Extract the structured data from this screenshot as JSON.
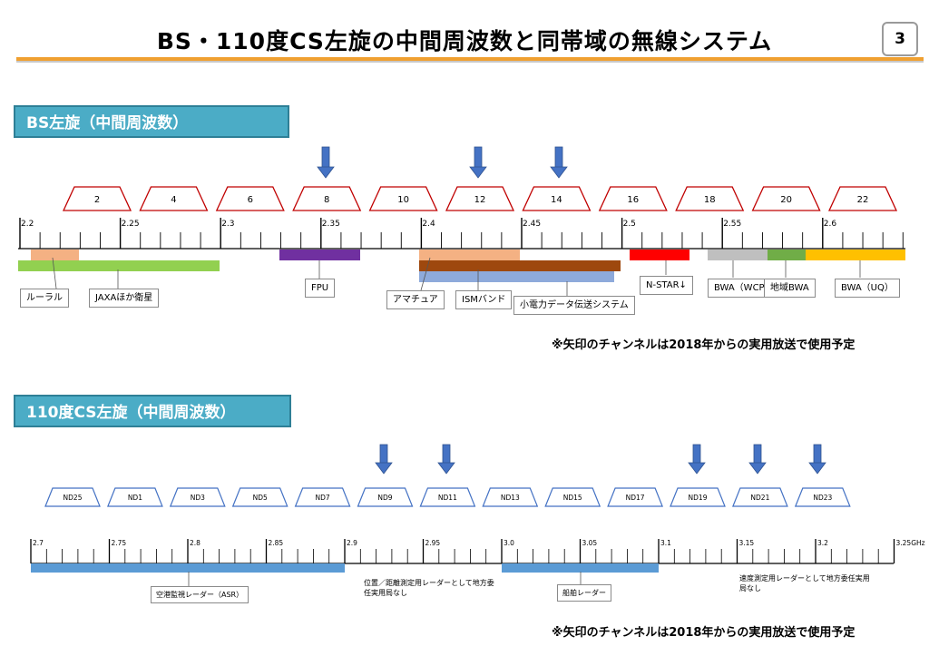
{
  "slide": {
    "title": "BS・110度CS左旋の中間周波数と同帯域の無線システム",
    "page_number": "3"
  },
  "bs": {
    "section_label": "BS左旋（中間周波数）",
    "channels": [
      "2",
      "4",
      "6",
      "8",
      "10",
      "12",
      "14",
      "16",
      "18",
      "20",
      "22"
    ],
    "arrow_channels": [
      "8",
      "12",
      "14"
    ],
    "freq_labels": [
      "2.2",
      "2.25",
      "2.3",
      "2.35",
      "2.4",
      "2.45",
      "2.5",
      "2.55",
      "2.6"
    ],
    "bands": [
      {
        "name": "ルーラル",
        "color": "#f4b183"
      },
      {
        "name": "JAXAほか衛星",
        "color": "#92d050"
      },
      {
        "name": "FPU",
        "color": "#7030a0"
      },
      {
        "name": "アマチュア",
        "color": "#f4b183"
      },
      {
        "name": "ISMバンド",
        "color": "#9e480e"
      },
      {
        "name": "小電力データ伝送システム",
        "color": "#8eaadb"
      },
      {
        "name": "N-STAR↓",
        "color": "#ff0000"
      },
      {
        "name": "BWA（WCP）",
        "color": "#bfbfbf"
      },
      {
        "name": "地域BWA",
        "color": "#70ad47"
      },
      {
        "name": "BWA（UQ）",
        "color": "#ffc000"
      }
    ],
    "note": "※矢印のチャンネルは2018年からの実用放送で使用予定"
  },
  "cs": {
    "section_label": "110度CS左旋（中間周波数）",
    "channels": [
      "ND25",
      "ND1",
      "ND3",
      "ND5",
      "ND7",
      "ND9",
      "ND11",
      "ND13",
      "ND15",
      "ND17",
      "ND19",
      "ND21",
      "ND23"
    ],
    "arrow_channels": [
      "ND9",
      "ND11",
      "ND19",
      "ND21",
      "ND23"
    ],
    "freq_labels": [
      "2.7",
      "2.75",
      "2.8",
      "2.85",
      "2.9",
      "2.95",
      "3.0",
      "3.05",
      "3.1",
      "3.15",
      "3.2",
      "3.25GHz"
    ],
    "bands": [
      {
        "name": "空港監視レーダー（ASR）",
        "color": "#5b9bd5"
      },
      {
        "name": "船舶レーダー",
        "color": "#5b9bd5"
      }
    ],
    "notes_plain": [
      "位置／距離測定用レーダーとして地方委任実用局なし",
      "速度測定用レーダーとして地方委任実用局なし"
    ],
    "note": "※矢印のチャンネルは2018年からの実用放送で使用予定"
  },
  "colors": {
    "accent_orange": "#f0a030",
    "section_fill": "#4bacc6",
    "arrow_blue": "#4472c4",
    "trapezoid_red": "#c00000",
    "trapezoid_blue": "#4472c4"
  }
}
